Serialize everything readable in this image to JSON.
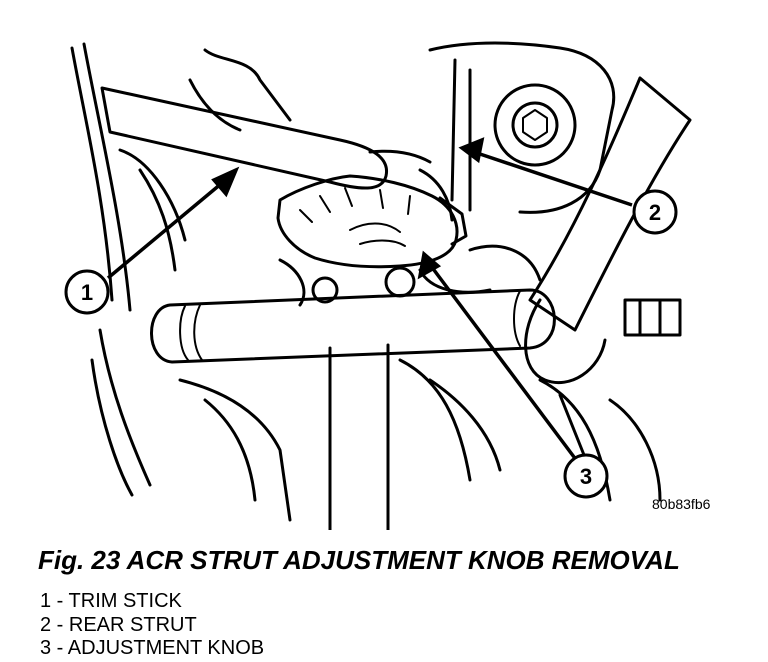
{
  "figure": {
    "ref_code": "80b83fb6",
    "callouts": [
      {
        "num": "1"
      },
      {
        "num": "2"
      },
      {
        "num": "3"
      }
    ]
  },
  "caption": "Fig. 23 ACR STRUT ADJUSTMENT KNOB REMOVAL",
  "legend": [
    "1 - TRIM STICK",
    "2 - REAR STRUT",
    "3 - ADJUSTMENT KNOB"
  ]
}
